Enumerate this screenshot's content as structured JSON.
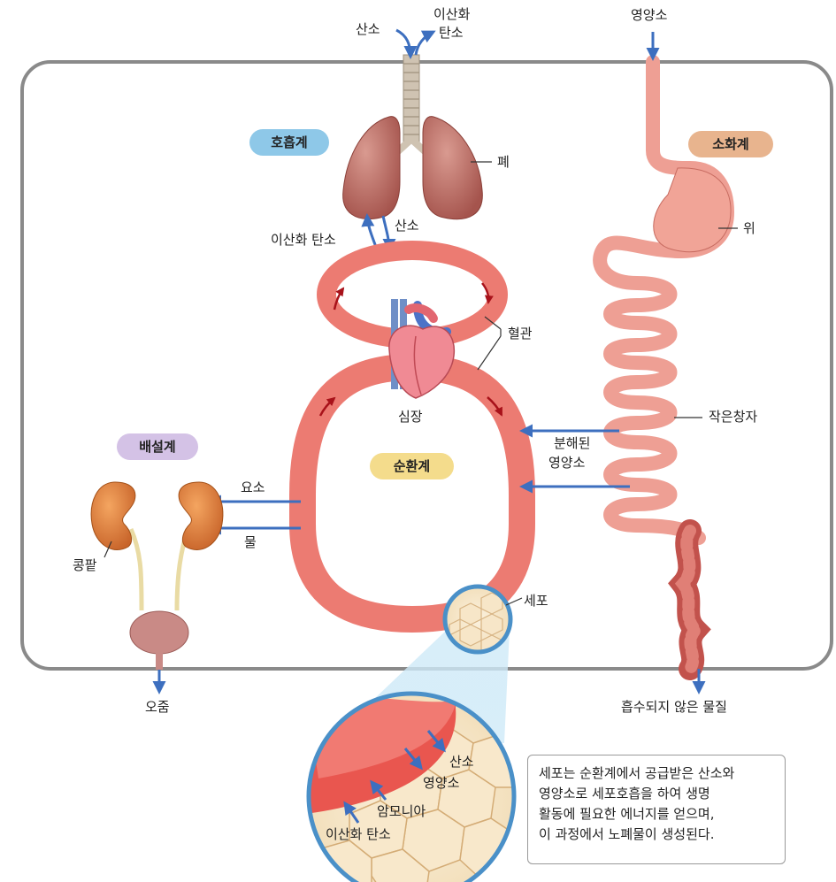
{
  "systems": {
    "respiratory": "호흡계",
    "digestive": "소화계",
    "excretory": "배설계",
    "circulatory": "순환계"
  },
  "labels": {
    "oxygen_in": "산소",
    "co2_out": [
      "이산화",
      "탄소"
    ],
    "lung": "폐",
    "lung_co2": "이산화 탄소",
    "lung_o2": "산소",
    "blood_vessel": "혈관",
    "heart": "심장",
    "nutrients_in": "영양소",
    "stomach": "위",
    "small_intestine": "작은창자",
    "digested_nutrients": [
      "분해된",
      "영양소"
    ],
    "undigested": "흡수되지 않은 물질",
    "urea": "요소",
    "water": "물",
    "kidney": "콩팥",
    "urine": "오줌",
    "cell": "세포",
    "zoom_oxygen": "산소",
    "zoom_nutrients": "영양소",
    "zoom_ammonia": "암모니아",
    "zoom_co2": "이산화 탄소"
  },
  "note": [
    "세포는 순환계에서 공급받은 산소와",
    "영양소로 세포호흡을 하여 생명",
    "활동에 필요한 에너지를 얻으며,",
    "이 과정에서 노폐물이 생성된다."
  ],
  "colors": {
    "respiratory_pill": "#8ec8e8",
    "digestive_pill": "#e8b48e",
    "excretory_pill": "#d4c2e6",
    "circulatory_pill": "#f4dc8c",
    "vessel": "#ec7b72",
    "arrow": "#3d6fbf"
  }
}
